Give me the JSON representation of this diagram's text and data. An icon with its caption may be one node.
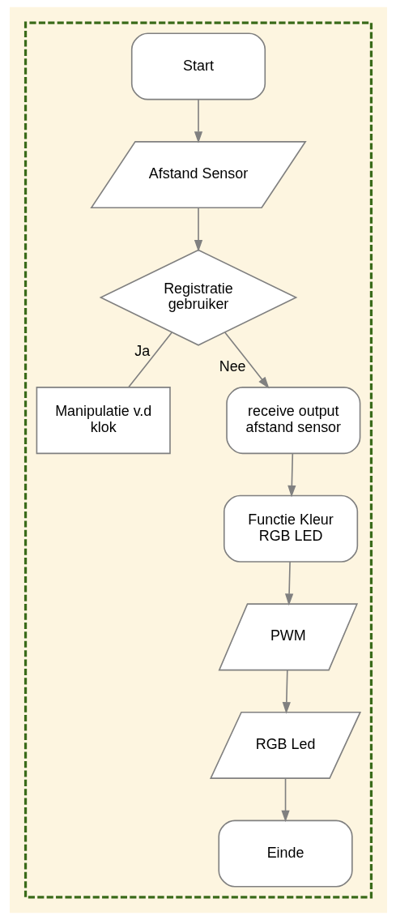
{
  "diagram": {
    "nodes": [
      {
        "text": [],
        "shape": "box"
      },
      {
        "text": [
          "Start"
        ],
        "in": 0
      },
      {
        "text": [
          "Afstand Sensor"
        ],
        "in": 0
      },
      {
        "text": [
          "Registratie gebruiker"
        ],
        "in": 0
      },
      {
        "text": [
          "Manipulatie v.d klok"
        ],
        "in": 0
      },
      {
        "text": [
          "receive output afstand sensor"
        ],
        "in": 0
      },
      {
        "text": [
          "Functie Kleur RGB LED"
        ],
        "in": 0
      },
      {
        "text": [
          "PWM"
        ],
        "in": 0
      },
      {
        "text": [
          "RGB Led"
        ],
        "in": 0
      },
      {
        "text": [
          "Einde"
        ],
        "in": 0
      }
    ],
    "edges": [
      {
        "from": 1,
        "to": 2,
        "arrow": "to"
      },
      {
        "from": 2,
        "to": 3,
        "arrow": "to"
      },
      {
        "from": 3,
        "to": 4,
        "arrow": "none",
        "label": "Ja"
      },
      {
        "from": 3,
        "to": 5,
        "arrow": "to",
        "label": "Nee"
      },
      {
        "from": 5,
        "to": 6,
        "arrow": "to"
      },
      {
        "from": 6,
        "to": 7,
        "arrow": "to"
      },
      {
        "from": 7,
        "to": 8,
        "arrow": "to"
      },
      {
        "from": 8,
        "to": 9,
        "arrow": "to"
      }
    ]
  }
}
